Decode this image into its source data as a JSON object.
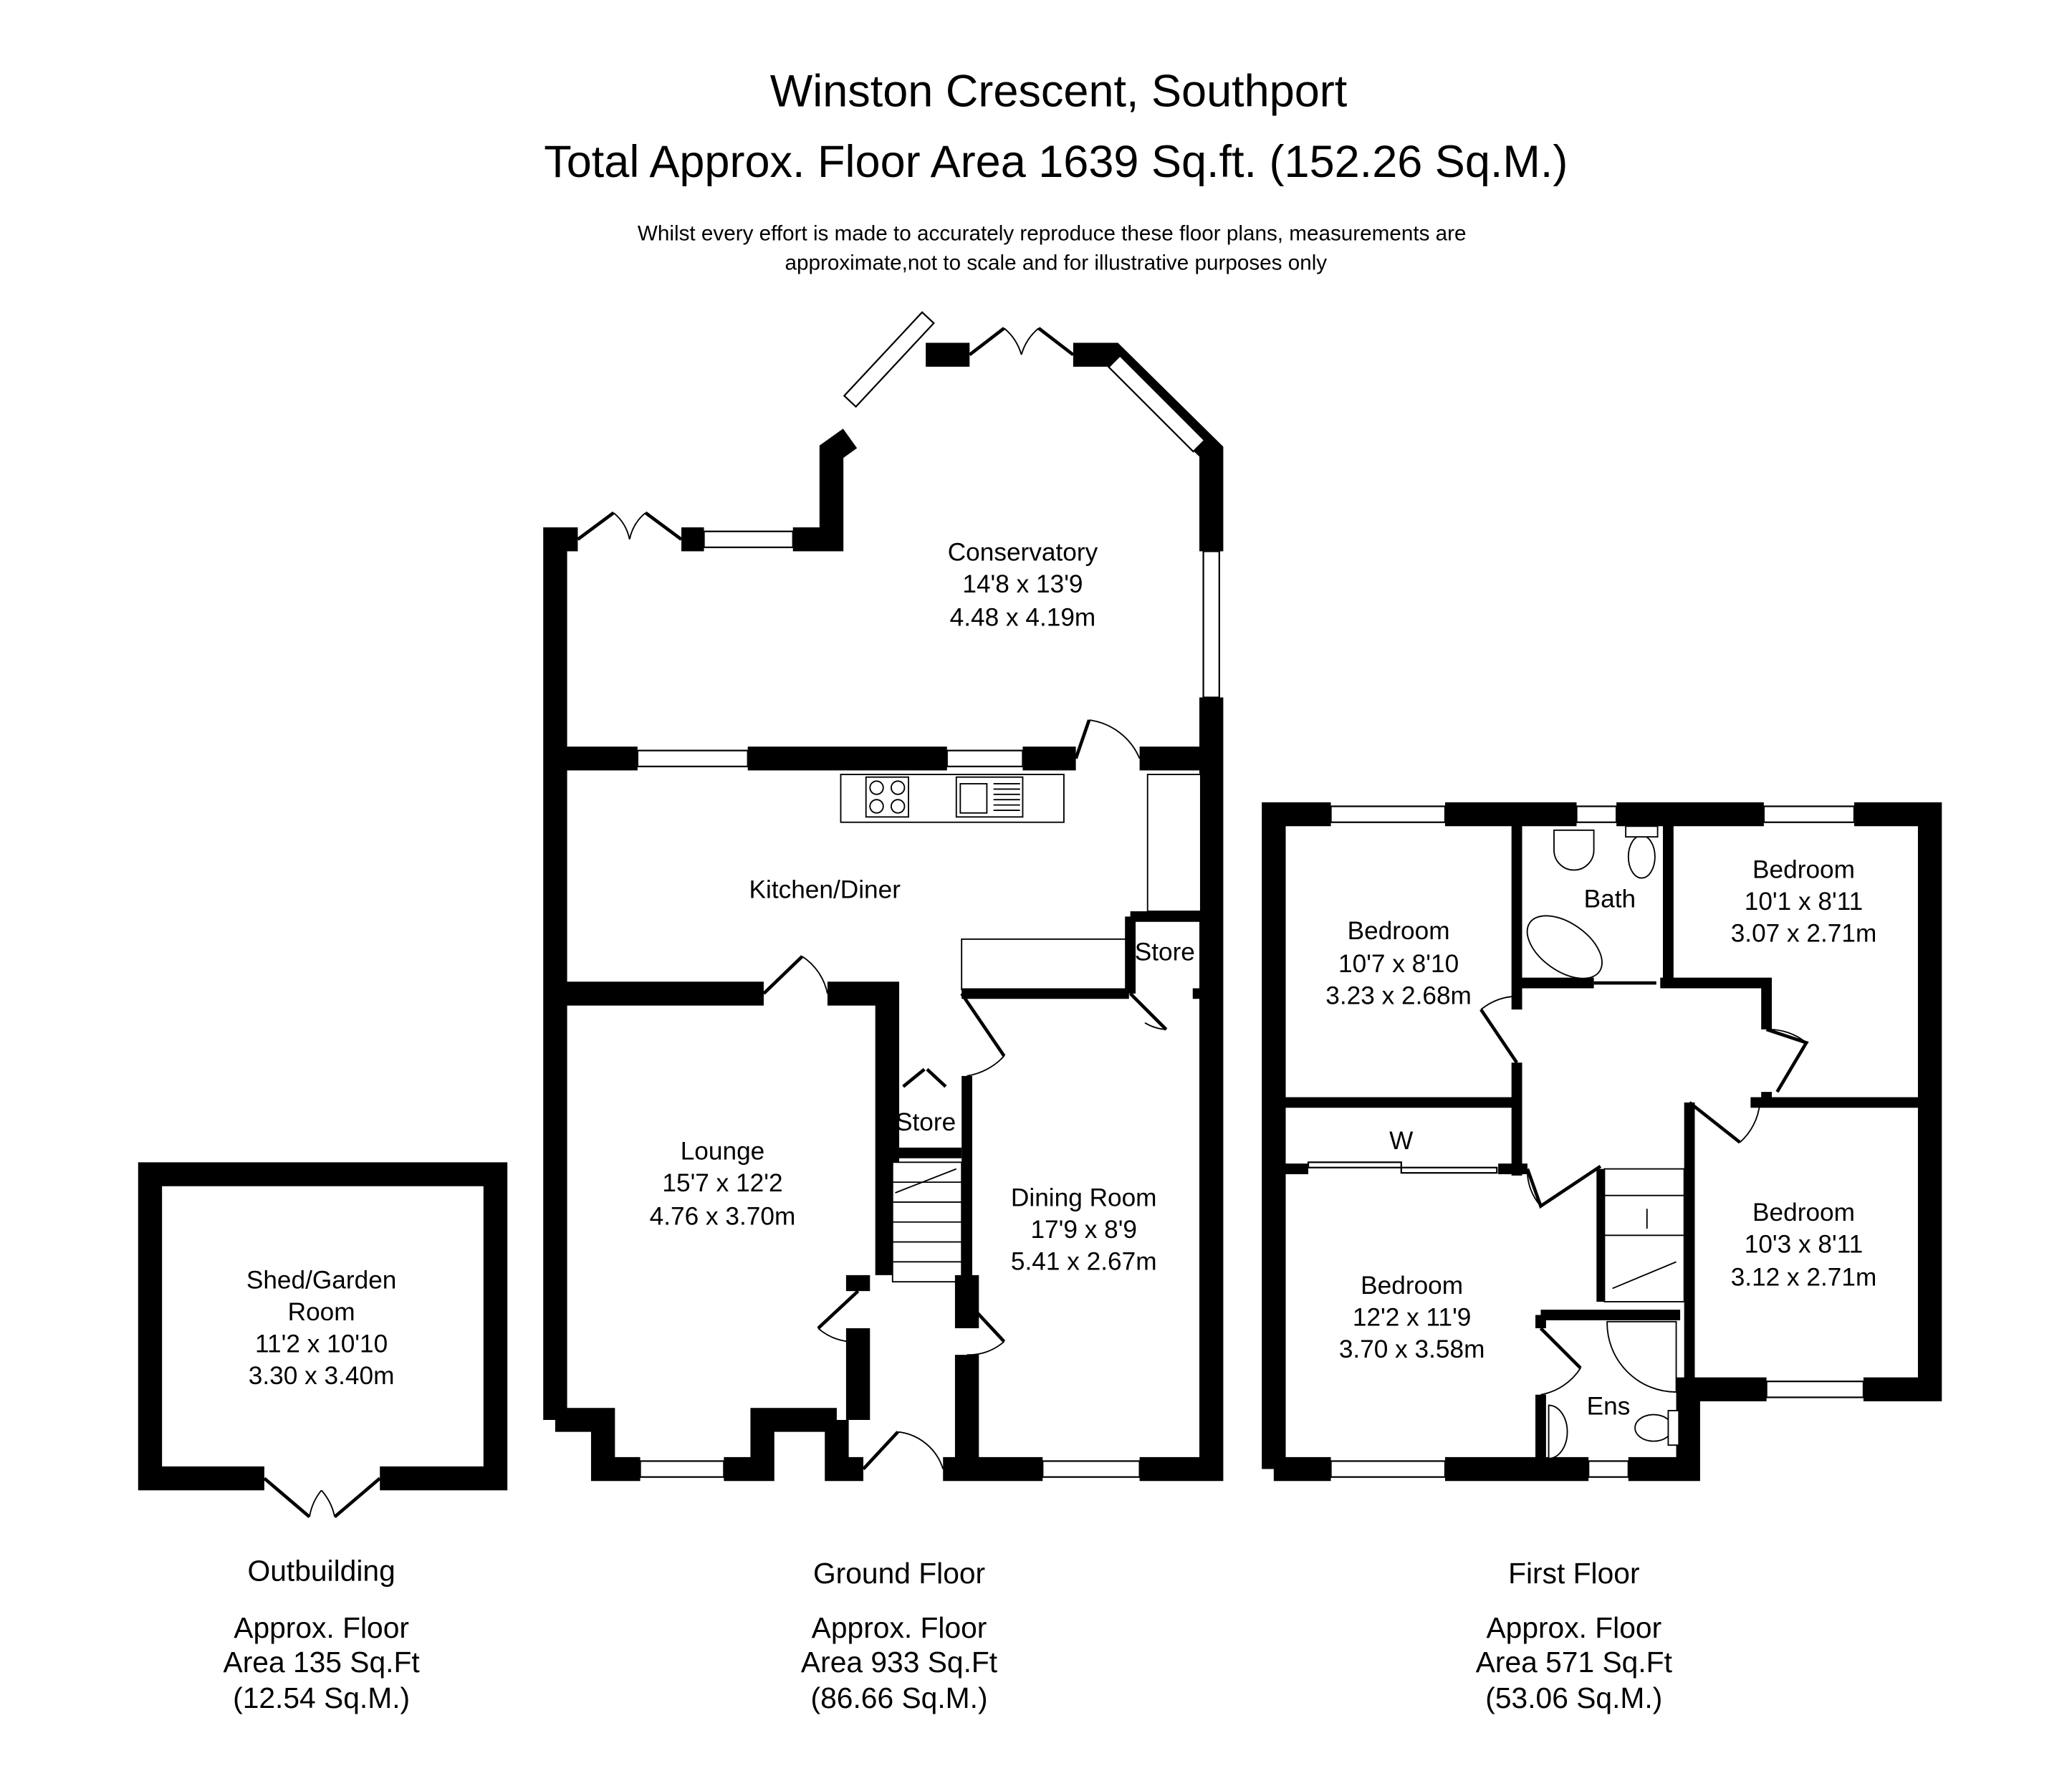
{
  "header": {
    "title": "Winston Crescent, Southport",
    "total_area": "Total Approx. Floor Area 1639 Sq.ft. (152.26 Sq.M.)",
    "disclaimer_line1": "Whilst every effort is made to accurately reproduce these floor plans, measurements are",
    "disclaimer_line2": "approximate,not to scale and for illustrative purposes only"
  },
  "outbuilding": {
    "rooms": [
      {
        "name_line1": "Shed/Garden",
        "name_line2": "Room",
        "imperial": "11'2 x 10'10",
        "metric": "3.30 x 3.40m"
      }
    ],
    "title": "Outbuilding",
    "area_line1": "Approx. Floor",
    "area_line2": "Area 135 Sq.Ft",
    "area_line3": "(12.54 Sq.M.)"
  },
  "ground_floor": {
    "rooms": {
      "conservatory": {
        "name": "Conservatory",
        "imperial": "14'8 x 13'9",
        "metric": "4.48 x 4.19m"
      },
      "kitchen": {
        "name": "Kitchen/Diner"
      },
      "store1": {
        "name": "Store"
      },
      "store2": {
        "name": "Store"
      },
      "lounge": {
        "name": "Lounge",
        "imperial": "15'7 x 12'2",
        "metric": "4.76 x 3.70m"
      },
      "dining": {
        "name": "Dining Room",
        "imperial": "17'9 x 8'9",
        "metric": "5.41 x 2.67m"
      }
    },
    "title": "Ground Floor",
    "area_line1": "Approx. Floor",
    "area_line2": "Area 933 Sq.Ft",
    "area_line3": "(86.66 Sq.M.)"
  },
  "first_floor": {
    "rooms": {
      "bed1": {
        "name": "Bedroom",
        "imperial": "10'7 x 8'10",
        "metric": "3.23 x 2.68m"
      },
      "bath": {
        "name": "Bath"
      },
      "bed2": {
        "name": "Bedroom",
        "imperial": "10'1 x 8'11",
        "metric": "3.07 x 2.71m"
      },
      "wardrobe": {
        "name": "W"
      },
      "bed3": {
        "name": "Bedroom",
        "imperial": "12'2 x 11'9",
        "metric": "3.70 x 3.58m"
      },
      "bed4": {
        "name": "Bedroom",
        "imperial": "10'3 x 8'11",
        "metric": "3.12 x 2.71m"
      },
      "ensuite": {
        "name": "Ens"
      }
    },
    "title": "First Floor",
    "area_line1": "Approx. Floor",
    "area_line2": "Area 571 Sq.Ft",
    "area_line3": "(53.06 Sq.M.)"
  }
}
